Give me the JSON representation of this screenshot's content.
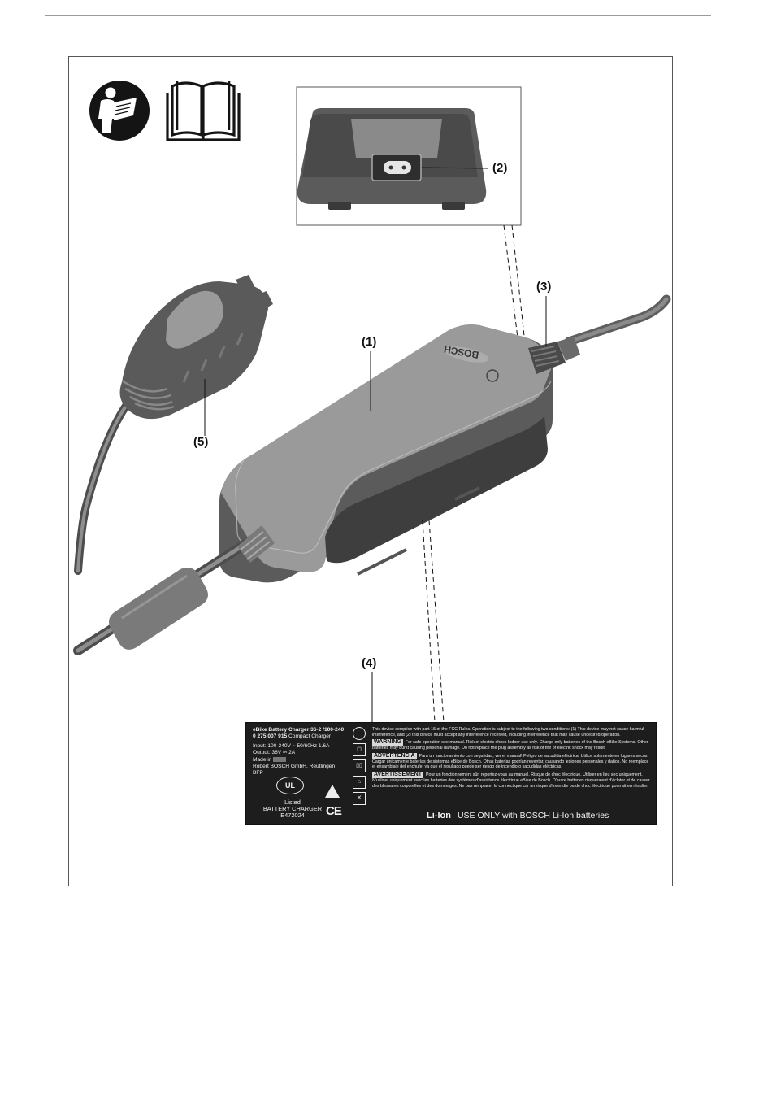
{
  "callouts": {
    "c1": "(1)",
    "c2": "(2)",
    "c3": "(3)",
    "c4": "(4)",
    "c5": "(5)"
  },
  "rating_label": {
    "title": "eBike Battery Charger 36-2 /100-240",
    "part_number": "0 275 007 915",
    "model": "Compact Charger",
    "input": "Input: 100-240V ~ 50/60Hz 1.6A",
    "output": "Output: 36V ⎓ 2A",
    "made_in": "Made in",
    "manufacturer": "Robert BOSCH GmbH, Reutlingen",
    "bfp": "BFP",
    "ul_mark": "UL",
    "listed": "Listed",
    "battery_charger": "BATTERY CHARGER",
    "file_number": "E472024",
    "ce_mark": "CE",
    "fcc_text": "This device complies with part 15 of the FCC Rules. Operation is subject to the following two conditions: (1) This device may not cause harmful interference, and (2) this device must accept any interference received, including interference that may cause undesired operation.",
    "warning_label": "WARNING",
    "warning_text": "For safe operation see manual. Risk of electric shock Indoor use only. Charge only batteries of the Bosch eBike Systems. Other batteries may burst causing personal damage. Do not replace the plug assembly as risk of fire or electric shock may result.",
    "advertencia_label": "ADVERTENCIA",
    "advertencia_text": "Para un funcionamiento con seguridad, ver el manual! Peligro de sacudida eléctrica. Utilice solamente en lugares secos. Cargar únicamente baterías de sistemas eBike de Bosch. Otras baterías podrían reventar, causando lesiones personales y daños. No reemplace el ensamblaje del enchufe, ya que el resultado puede ser riesgo de incendio o sacudidas eléctricas.",
    "avertissement_label": "AVERTISSEMENT",
    "avertissement_text": "Pour un fonctionnement sûr, reportez-vous au manuel. Risque de choc électrique. Utiliser en lieu sec uniquement. N'utiliser uniquement avec les batteries des systèmes d'assistance électrique eBike de Bosch. D'autre batteries risqueraient d'éclater et de causer des blessures corporelles et des dommages. Ne pas remplacer la connectique car un risque d'incendie ou de choc électrique pourrait en résulter.",
    "liion": "Li-Ion",
    "liion_note": "USE ONLY with BOSCH Li-Ion batteries"
  },
  "icons": {
    "read_manual": "read-manual-icon",
    "open_book": "open-book-icon"
  },
  "device_brand": "BOSCH"
}
